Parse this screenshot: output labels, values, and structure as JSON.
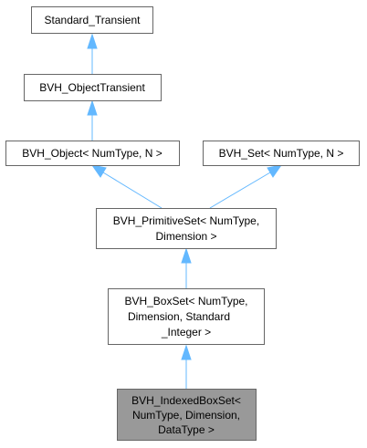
{
  "diagram": {
    "nodes": {
      "standard_transient": {
        "lines": [
          "Standard_Transient"
        ],
        "current": false
      },
      "bvh_object_transient": {
        "lines": [
          "BVH_ObjectTransient"
        ],
        "current": false
      },
      "bvh_object": {
        "lines": [
          "BVH_Object< NumType, N >"
        ],
        "current": false
      },
      "bvh_set": {
        "lines": [
          "BVH_Set< NumType, N >"
        ],
        "current": false
      },
      "bvh_primitive_set": {
        "lines": [
          "BVH_PrimitiveSet< NumType,",
          "Dimension >"
        ],
        "current": false
      },
      "bvh_box_set": {
        "lines": [
          "BVH_BoxSet< NumType,",
          "Dimension, Standard",
          "_Integer >"
        ],
        "current": false
      },
      "bvh_indexed_box_set": {
        "lines": [
          "BVH_IndexedBoxSet<",
          "NumType, Dimension,",
          "DataType >"
        ],
        "current": true
      }
    },
    "edges": [
      {
        "from": "bvh_object_transient",
        "to": "standard_transient"
      },
      {
        "from": "bvh_object",
        "to": "bvh_object_transient"
      },
      {
        "from": "bvh_primitive_set",
        "to": "bvh_object"
      },
      {
        "from": "bvh_primitive_set",
        "to": "bvh_set"
      },
      {
        "from": "bvh_box_set",
        "to": "bvh_primitive_set"
      },
      {
        "from": "bvh_indexed_box_set",
        "to": "bvh_box_set"
      }
    ],
    "colors": {
      "edge": "#63b8ff",
      "node_border": "#666666",
      "node_fill": "#ffffff",
      "current_fill": "#999999"
    }
  }
}
